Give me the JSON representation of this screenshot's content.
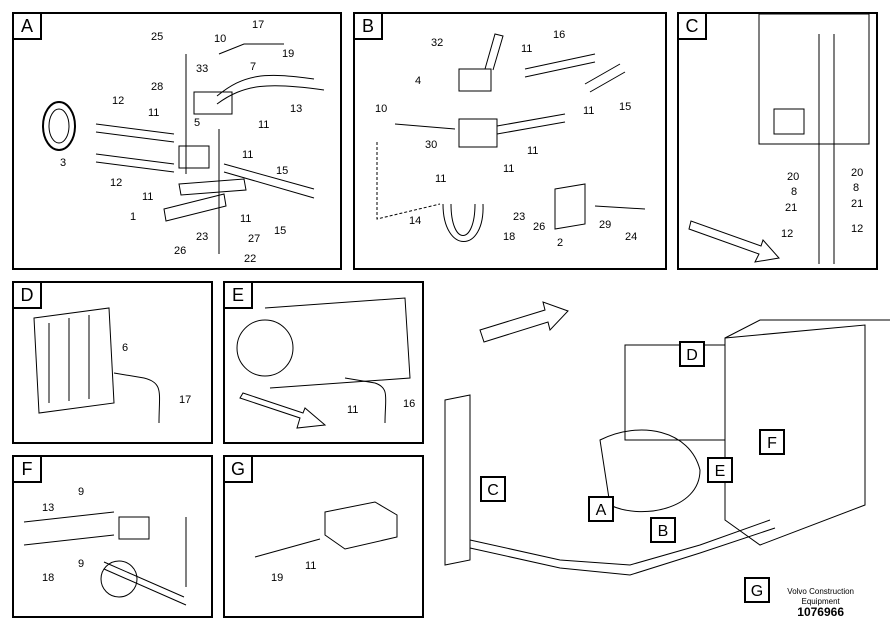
{
  "panels": {
    "A": {
      "tag": "A",
      "labels": [
        "17",
        "25",
        "10",
        "33",
        "19",
        "28",
        "7",
        "13",
        "12",
        "11",
        "5",
        "11",
        "3",
        "12",
        "11",
        "11",
        "15",
        "1",
        "11",
        "15",
        "27",
        "26",
        "23",
        "22"
      ]
    },
    "B": {
      "tag": "B",
      "labels": [
        "32",
        "16",
        "11",
        "4",
        "10",
        "11",
        "15",
        "30",
        "11",
        "11",
        "11",
        "14",
        "18",
        "23",
        "26",
        "2",
        "29",
        "24"
      ]
    },
    "C": {
      "tag": "C",
      "labels": [
        "20",
        "20",
        "8",
        "8",
        "21",
        "21",
        "12",
        "12"
      ]
    },
    "D": {
      "tag": "D",
      "labels": [
        "6",
        "17"
      ]
    },
    "E": {
      "tag": "E",
      "labels": [
        "11",
        "16"
      ]
    },
    "F": {
      "tag": "F",
      "labels": [
        "13",
        "9",
        "18",
        "9"
      ]
    },
    "G": {
      "tag": "G",
      "labels": [
        "19",
        "11"
      ]
    }
  },
  "overview": {
    "callouts": [
      "D",
      "E",
      "F",
      "C",
      "A",
      "B",
      "G"
    ]
  },
  "footer": {
    "line1": "Volvo Construction",
    "line2": "Equipment",
    "number": "1076966"
  }
}
